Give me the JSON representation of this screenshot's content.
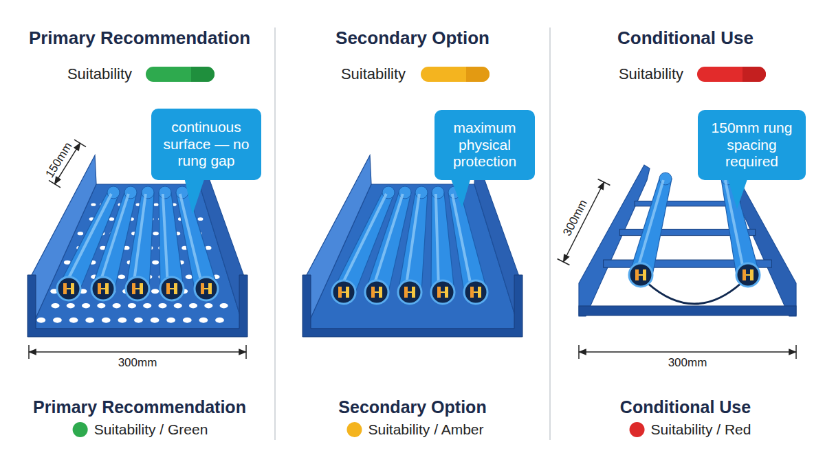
{
  "diagram": {
    "nodes": [
      {
        "text": [
          "continuous surface — no rung gap"
        ]
      },
      {
        "text": [
          "maximum physical protection"
        ]
      },
      {
        "text": [
          "150mm rung spacing required"
        ]
      }
    ],
    "labels": [
      "Primary Recommendation",
      "Suitability",
      "150mm",
      "300mm",
      "Primary Recommendation",
      "Secondary Option",
      "Suitability",
      "Secondary Option",
      "Conditional Use",
      "Suitability",
      "300mm",
      "300mm",
      "Conditional Use"
    ],
    "legend": [
      {
        "text": "Suitability / Green",
        "color": "#2eaa4e"
      },
      {
        "text": "Suitability / Amber",
        "color": "#f4b41f"
      },
      {
        "text": "Suitability / Red",
        "color": "#dd2a2a"
      }
    ]
  }
}
